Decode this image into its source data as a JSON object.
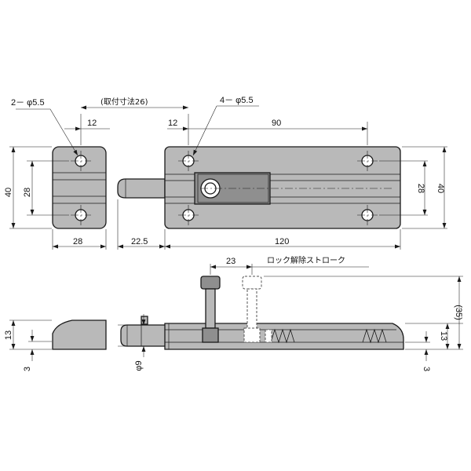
{
  "labels": {
    "holes_2": "2－ φ5.5",
    "holes_4": "4－ φ5.5",
    "mount_pitch": "(取付寸法26)",
    "dim_12_left": "12",
    "dim_12_right": "12",
    "dim_90": "90",
    "dim_40_left": "40",
    "dim_28_left": "28",
    "dim_28_right": "28",
    "dim_40_right": "40",
    "dim_28_bottom": "28",
    "dim_22_5": "22.5",
    "dim_120": "120",
    "dim_23": "23",
    "lock_release_stroke": "ロック解除ストローク",
    "dim_35": "(35)",
    "dim_13_left": "13",
    "dim_3_left": "3",
    "dim_phi9": "φ9",
    "dim_13_right": "13",
    "dim_3_right": "3"
  }
}
